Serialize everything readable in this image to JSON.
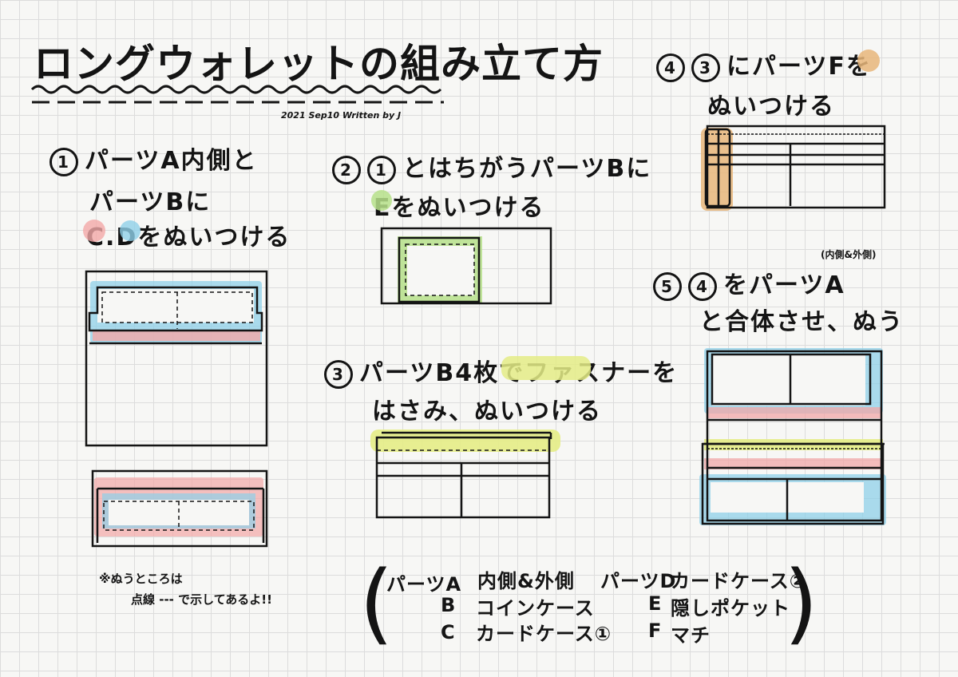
{
  "title": "ロングウォレットの組み立て方",
  "byline": "2021 Sep10 Written by J",
  "colors": {
    "pink": "#f2a7a7",
    "blue": "#8fd0e8",
    "green": "#b6e08a",
    "yellow": "#e4ec86",
    "orange": "#e8b67a"
  },
  "steps": [
    {
      "num": "1",
      "lines": [
        "パーツA内側と",
        "パーツBに",
        "C.Dをぬいつける"
      ]
    },
    {
      "num": "2",
      "ref": "1",
      "lines": [
        "とはちがうパーツBに",
        "Eをぬいつける"
      ]
    },
    {
      "num": "3",
      "lines": [
        "パーツB4枚でファスナーを",
        "はさみ、ぬいつける"
      ]
    },
    {
      "num": "4",
      "ref": "3",
      "lines": [
        "にパーツFを",
        "ぬいつける"
      ]
    },
    {
      "num": "5",
      "ref": "4",
      "note": "(内側&外側)",
      "lines": [
        "をパーツA",
        "と合体させ、ぬう"
      ]
    }
  ],
  "footnote": [
    "※ぬうところは",
    "点線 --- で示してあるよ!!"
  ],
  "legend": {
    "A": {
      "key": "パーツA",
      "text": "内側&外側"
    },
    "B": {
      "key": "B",
      "text": "コインケース"
    },
    "C": {
      "key": "C",
      "text": "カードケース①"
    },
    "D": {
      "key": "パーツD",
      "text": "カードケース②"
    },
    "E": {
      "key": "E",
      "text": "隠しポケット"
    },
    "F": {
      "key": "F",
      "text": "マチ"
    }
  }
}
